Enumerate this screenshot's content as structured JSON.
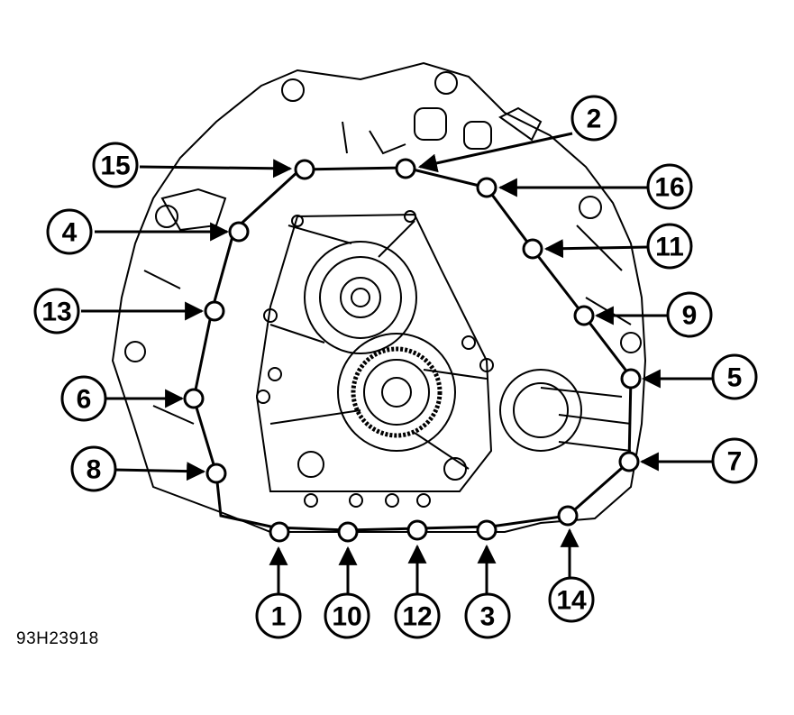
{
  "figure_code": "93H23918",
  "bolt_callouts": [
    {
      "label": "1"
    },
    {
      "label": "2"
    },
    {
      "label": "3"
    },
    {
      "label": "4"
    },
    {
      "label": "5"
    },
    {
      "label": "6"
    },
    {
      "label": "7"
    },
    {
      "label": "8"
    },
    {
      "label": "9"
    },
    {
      "label": "10"
    },
    {
      "label": "11"
    },
    {
      "label": "12"
    },
    {
      "label": "13"
    },
    {
      "label": "14"
    },
    {
      "label": "15"
    },
    {
      "label": "16"
    }
  ]
}
